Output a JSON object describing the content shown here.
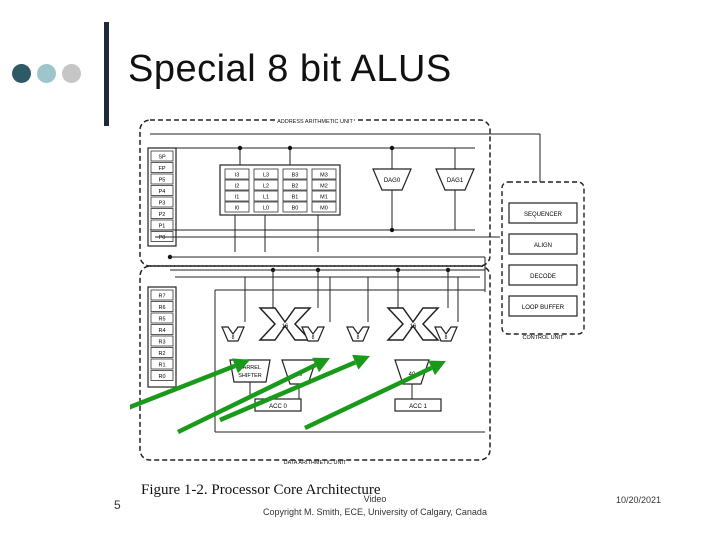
{
  "slide": {
    "title": "Special 8 bit ALUS",
    "caption": "Figure 1-2. Processor Core Architecture",
    "number": "5",
    "footer_line1": "Video",
    "footer_line2": "Copyright M. Smith, ECE, University of Calgary, Canada",
    "date": "10/20/2021"
  },
  "colors": {
    "dot1": "#2e5a66",
    "dot2": "#9ec4cc",
    "dot3": "#c6c6c6",
    "bar": "#1f2a36",
    "arrow": "#1a9a1a"
  },
  "diagram": {
    "address_unit_label": "ADDRESS ARITHMETIC UNIT",
    "data_unit_label": "DATA ARITHMETIC UNIT",
    "control_unit_label": "CONTROL UNIT",
    "pointer_regs": [
      "SP",
      "FP",
      "P5",
      "P4",
      "P3",
      "P2",
      "P1",
      "P0"
    ],
    "addr_grid": [
      [
        "I3",
        "L3",
        "B3",
        "M3"
      ],
      [
        "I2",
        "L2",
        "B2",
        "M2"
      ],
      [
        "I1",
        "L1",
        "B1",
        "M1"
      ],
      [
        "I0",
        "L0",
        "B0",
        "M0"
      ]
    ],
    "dags": [
      "DAG0",
      "DAG1"
    ],
    "control_blocks": [
      "SEQUENCER",
      "ALIGN",
      "DECODE",
      "LOOP BUFFER"
    ],
    "data_regs": [
      "R7",
      "R6",
      "R5",
      "R4",
      "R3",
      "R2",
      "R1",
      "R0"
    ],
    "multiplier_label": "16",
    "alu_label": "8",
    "alu_40_label": "40",
    "barrel_shifter": "BARREL SHIFTER",
    "acc0": "ACC 0",
    "acc1": "ACC 1"
  }
}
